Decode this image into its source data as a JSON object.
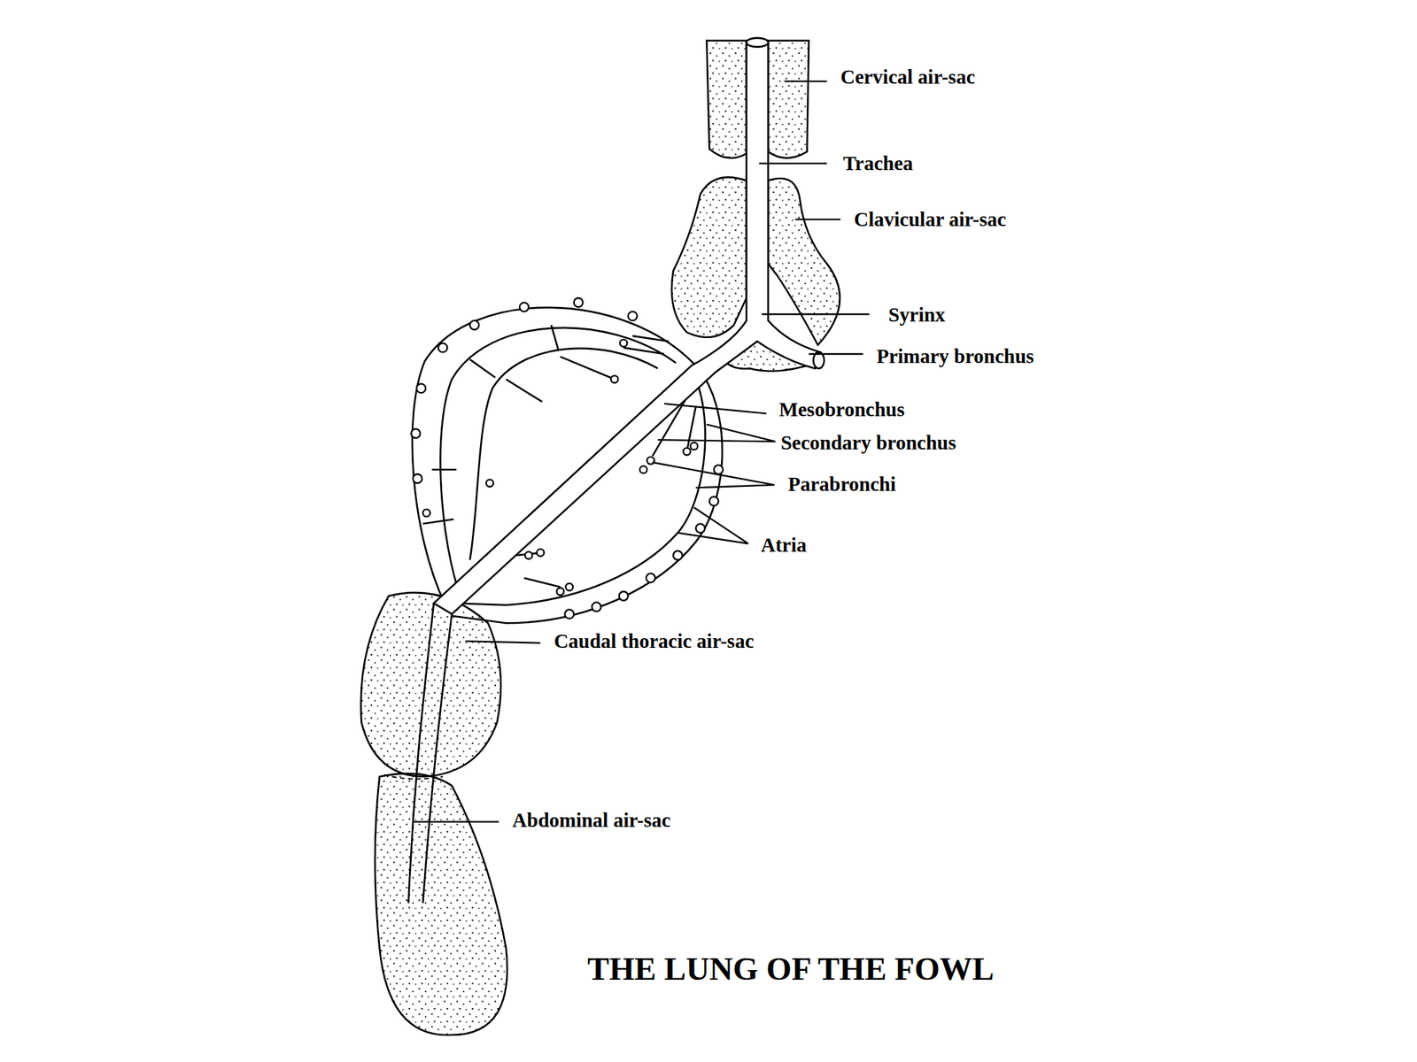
{
  "diagram": {
    "title": "THE LUNG OF THE FOWL",
    "labels": [
      "Cervical air-sac",
      "Trachea",
      "Clavicular air-sac",
      "Syrinx",
      "Primary bronchus",
      "Mesobronchus",
      "Secondary bronchus",
      "Parabronchi",
      "Atria",
      "Caudal thoracic air-sac",
      "Abdominal air-sac"
    ]
  }
}
